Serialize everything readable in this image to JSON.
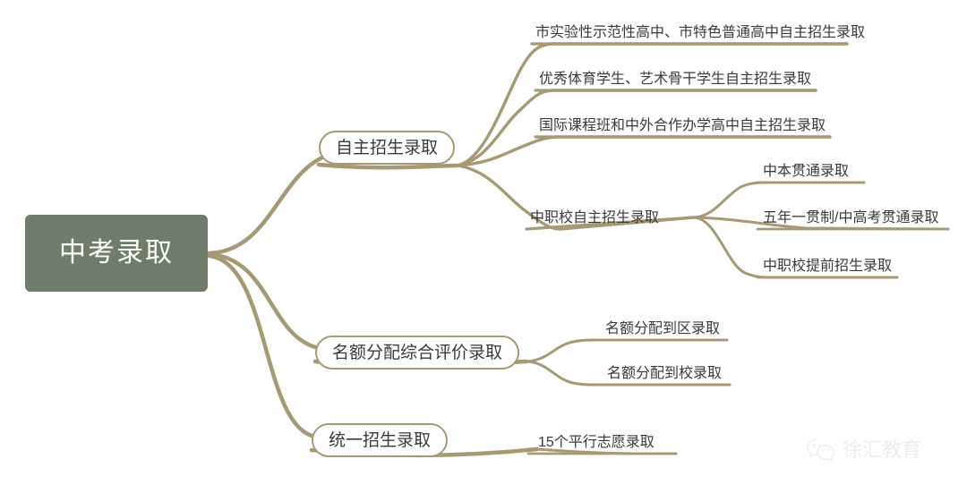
{
  "diagram": {
    "type": "mindmap",
    "title": "中考录取",
    "root": {
      "label": "中考录取",
      "color": "#6f7d6a",
      "text_color": "#ffffff"
    },
    "edge_color": "#a59a73",
    "branches": [
      {
        "id": "branch-1",
        "label": "自主招生录取",
        "shape": "pill",
        "children": [
          {
            "id": "b1-c1",
            "label": "市实验性示范性高中、市特色普通高中自主招生录取",
            "children": []
          },
          {
            "id": "b1-c2",
            "label": "优秀体育学生、艺术骨干学生自主招生录取",
            "children": []
          },
          {
            "id": "b1-c3",
            "label": "国际课程班和中外合作办学高中自主招生录取",
            "children": []
          },
          {
            "id": "b1-c4",
            "label": "中职校自主招生录取",
            "children": [
              {
                "id": "b1-c4-g1",
                "label": "中本贯通录取"
              },
              {
                "id": "b1-c4-g2",
                "label": "五年一贯制/中高考贯通录取"
              },
              {
                "id": "b1-c4-g3",
                "label": "中职校提前招生录取"
              }
            ]
          }
        ]
      },
      {
        "id": "branch-2",
        "label": "名额分配综合评价录取",
        "shape": "pill",
        "children": [
          {
            "id": "b2-c1",
            "label": "名额分配到区录取",
            "children": []
          },
          {
            "id": "b2-c2",
            "label": "名额分配到校录取",
            "children": []
          }
        ]
      },
      {
        "id": "branch-3",
        "label": "统一招生录取",
        "shape": "pill",
        "children": [
          {
            "id": "b3-c1",
            "label": "15个平行志愿录取",
            "children": []
          }
        ]
      }
    ]
  },
  "watermark": {
    "label": "徐汇教育",
    "icon": "wechat-icon",
    "color": "#c9c9c9"
  }
}
